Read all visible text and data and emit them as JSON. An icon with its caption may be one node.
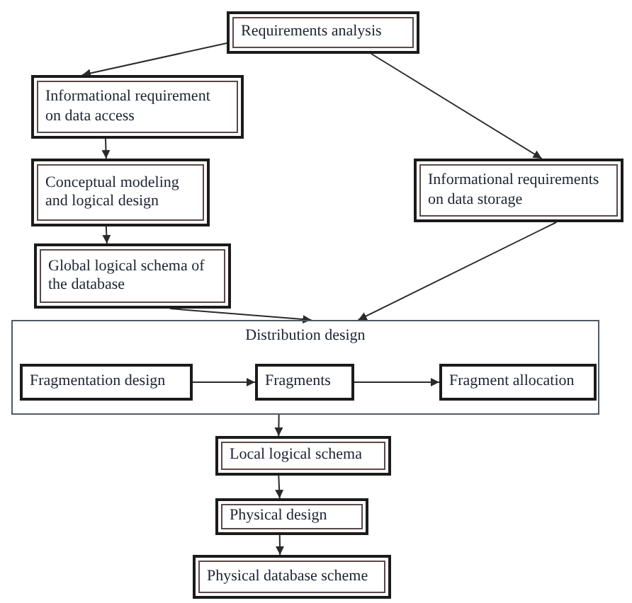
{
  "diagram": {
    "nodes": [
      {
        "text": [
          "Requirements analysis"
        ]
      },
      {
        "text": [
          "Informational requirement on data access"
        ]
      },
      {
        "text": [
          "Conceptual modeling and logical design"
        ]
      },
      {
        "text": [
          "Informational requirements on data storage"
        ]
      },
      {
        "text": [
          "Global logical schema of the database"
        ]
      },
      {
        "text": [
          "Distribution design"
        ]
      },
      {
        "text": [
          "Fragmentation design"
        ],
        "in": 5
      },
      {
        "text": [
          "Fragments"
        ],
        "in": 5
      },
      {
        "text": [
          "Fragment allocation"
        ],
        "in": 5
      },
      {
        "text": [
          "Local logical schema"
        ]
      },
      {
        "text": [
          "Physical design"
        ]
      },
      {
        "text": [
          "Physical database scheme"
        ]
      }
    ],
    "edges": [
      {
        "from": 0,
        "to": 1,
        "arrow": "to"
      },
      {
        "from": 0,
        "to": 3,
        "arrow": "to"
      },
      {
        "from": 1,
        "to": 2,
        "arrow": "to"
      },
      {
        "from": 2,
        "to": 4,
        "arrow": "to"
      },
      {
        "from": 4,
        "to": 5,
        "arrow": "to"
      },
      {
        "from": 3,
        "to": 5,
        "arrow": "to"
      },
      {
        "from": 6,
        "to": 7,
        "arrow": "to"
      },
      {
        "from": 7,
        "to": 8,
        "arrow": "to"
      },
      {
        "from": 5,
        "to": 9,
        "arrow": "to"
      },
      {
        "from": 9,
        "to": 10,
        "arrow": "to"
      },
      {
        "from": 10,
        "to": 11,
        "arrow": "to"
      }
    ]
  }
}
